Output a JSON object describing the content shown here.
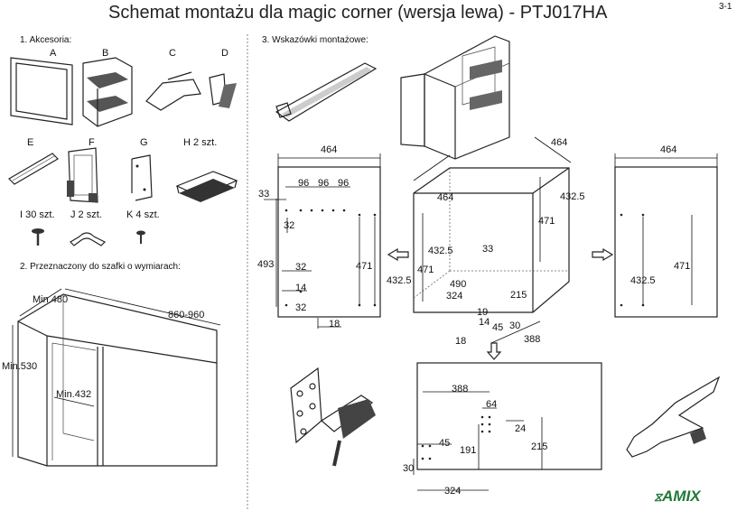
{
  "title": "Schemat montażu dla magic corner (wersja lewa) - PTJ017HA",
  "page_number": "3-1",
  "sections": {
    "accessories": "1. Akcesoria:",
    "cabinet": "2. Przeznaczony do szafki o wymiarach:",
    "mounting": "3. Wskazówki montażowe:"
  },
  "parts": {
    "A": "A",
    "B": "B",
    "C": "C",
    "D": "D",
    "E": "E",
    "F": "F",
    "G": "G",
    "H": "H 2 szt.",
    "I": "I 30 szt.",
    "J": "J 2 szt.",
    "K": "K 4 szt."
  },
  "cabinet_dims": {
    "min_depth": "Min.480",
    "width": "860-960",
    "min_height": "Min.530",
    "min_door": "Min.432"
  },
  "dims": {
    "d464": "464",
    "d96": "96",
    "d33": "33",
    "d32": "32",
    "d493": "493",
    "d471": "471",
    "d432_5": "432.5",
    "d14": "14",
    "d18": "18",
    "d490": "490",
    "d324": "324",
    "d215": "215",
    "d19": "19",
    "d45": "45",
    "d30": "30",
    "d388": "388",
    "d64": "64",
    "d24": "24",
    "d191": "191"
  },
  "brand": "AMIX"
}
